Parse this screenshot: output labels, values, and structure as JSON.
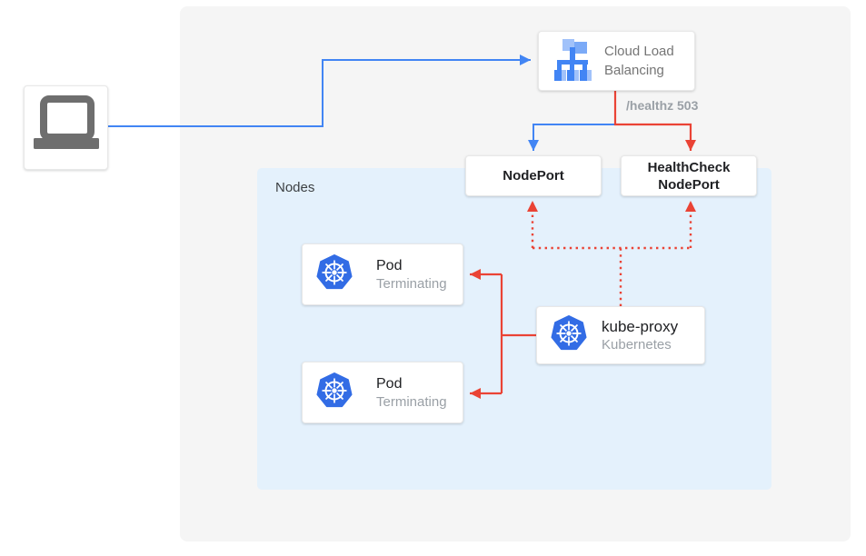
{
  "client": {
    "icon": "laptop-icon"
  },
  "cloud_load_balancing": {
    "icon": "load-balancer-icon",
    "line1": "Cloud Load",
    "line2": "Balancing"
  },
  "edge_labels": {
    "healthz": "/healthz 503"
  },
  "nodeport": {
    "label": "NodePort"
  },
  "healthcheck_nodeport": {
    "line1": "HealthCheck",
    "line2": "NodePort"
  },
  "nodes": {
    "label": "Nodes"
  },
  "pods": [
    {
      "icon": "kubernetes-icon",
      "title": "Pod",
      "subtitle": "Terminating"
    },
    {
      "icon": "kubernetes-icon",
      "title": "Pod",
      "subtitle": "Terminating"
    }
  ],
  "kube_proxy": {
    "icon": "kubernetes-icon",
    "title": "kube-proxy",
    "subtitle": "Kubernetes"
  },
  "colors": {
    "blue": "#4285f4",
    "red": "#ea4335",
    "nodes_bg": "#e4f1fc",
    "canvas_bg": "#f5f5f5",
    "kubernetes_blue": "#326ce5"
  }
}
